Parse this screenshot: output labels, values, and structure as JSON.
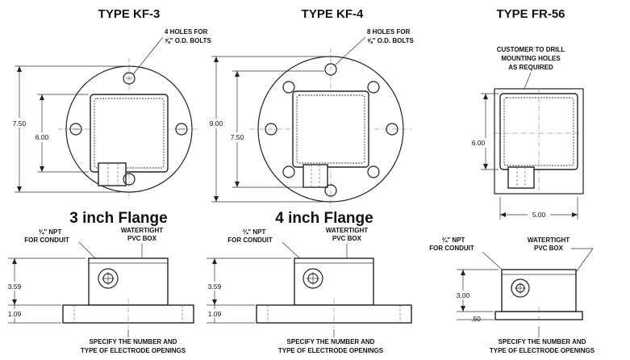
{
  "diagrams": [
    {
      "title": "TYPE KF-3",
      "flange_label": "3 inch Flange",
      "holes_note": [
        "4 HOLES FOR",
        "⅝\" O.D. BOLTS"
      ],
      "dim_outer": "7.50",
      "dim_inner": "6.00",
      "side_npt": [
        "¾\" NPT",
        "FOR CONDUIT"
      ],
      "side_box": [
        "WATERTIGHT",
        "PVC BOX"
      ],
      "dim_height": "3.59",
      "dim_base": "1.09",
      "specify_note": [
        "SPECIFY THE NUMBER AND",
        "TYPE OF ELECTRODE OPENINGS"
      ]
    },
    {
      "title": "TYPE KF-4",
      "flange_label": "4 inch Flange",
      "holes_note": [
        "8 HOLES FOR",
        "⅝\" O.D. BOLTS"
      ],
      "dim_outer": "9.00",
      "dim_inner": "7.50",
      "side_npt": [
        "¾\" NPT",
        "FOR CONDUIT"
      ],
      "side_box": [
        "WATERTIGHT",
        "PVC BOX"
      ],
      "dim_height": "3.59",
      "dim_base": "1.09",
      "specify_note": [
        "SPECIFY THE NUMBER AND",
        "TYPE OF ELECTRODE OPENINGS"
      ]
    },
    {
      "title": "TYPE FR-56",
      "customer_note": [
        "CUSTOMER TO DRILL",
        "MOUNTING HOLES",
        "AS REQUIRED"
      ],
      "dim_height_top": "6.00",
      "dim_width": "5.00",
      "side_npt": [
        "¾\" NPT",
        "FOR CONDUIT"
      ],
      "side_box": [
        "WATERTIGHT",
        "PVC BOX"
      ],
      "dim_height": "3.00",
      "dim_base": ".50",
      "specify_note": [
        "SPECIFY THE NUMBER AND",
        "TYPE OF ELECTRODE OPENINGS"
      ]
    }
  ]
}
